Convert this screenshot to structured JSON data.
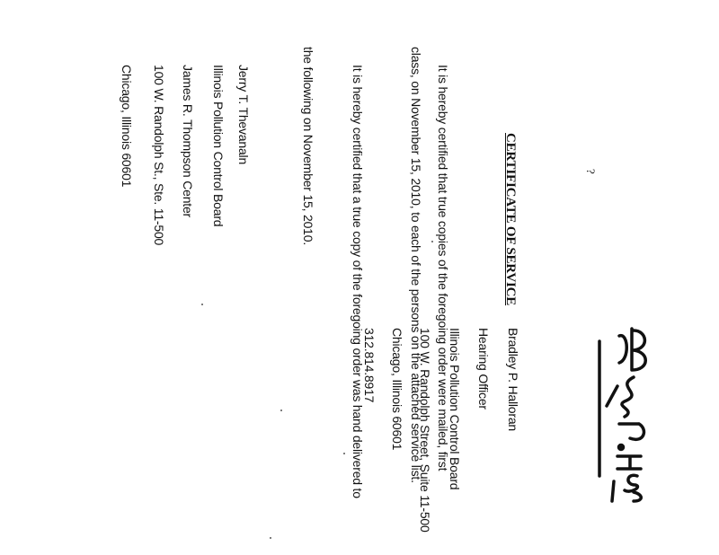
{
  "page_mark": "?",
  "title": "CERTIFICATE OF SERVICE",
  "paragraph1": [
    "It is hereby certified that true copies of the foregoing order were mailed, first",
    "class, on November 15, 2010, to each of the persons on the attached service list."
  ],
  "paragraph2": [
    "It is hereby certified that a true copy of the foregoing order was hand delivered to",
    "the following on November 15, 2010."
  ],
  "recipient": [
    "Jerry T. Thevanaln",
    "Illinois Pollution Control Board",
    "James R. Thompson Center",
    "100 W. Randolph St., Ste. 11-500",
    "Chicago, Illinois 60601"
  ],
  "signatory": [
    "Bradley P. Halloran",
    "Hearing Officer",
    "Illinois Pollution Control Board",
    "100 W. Randolph Street, Suite 11-500",
    "Chicago, Illinois 60601",
    "312.814.8917"
  ]
}
